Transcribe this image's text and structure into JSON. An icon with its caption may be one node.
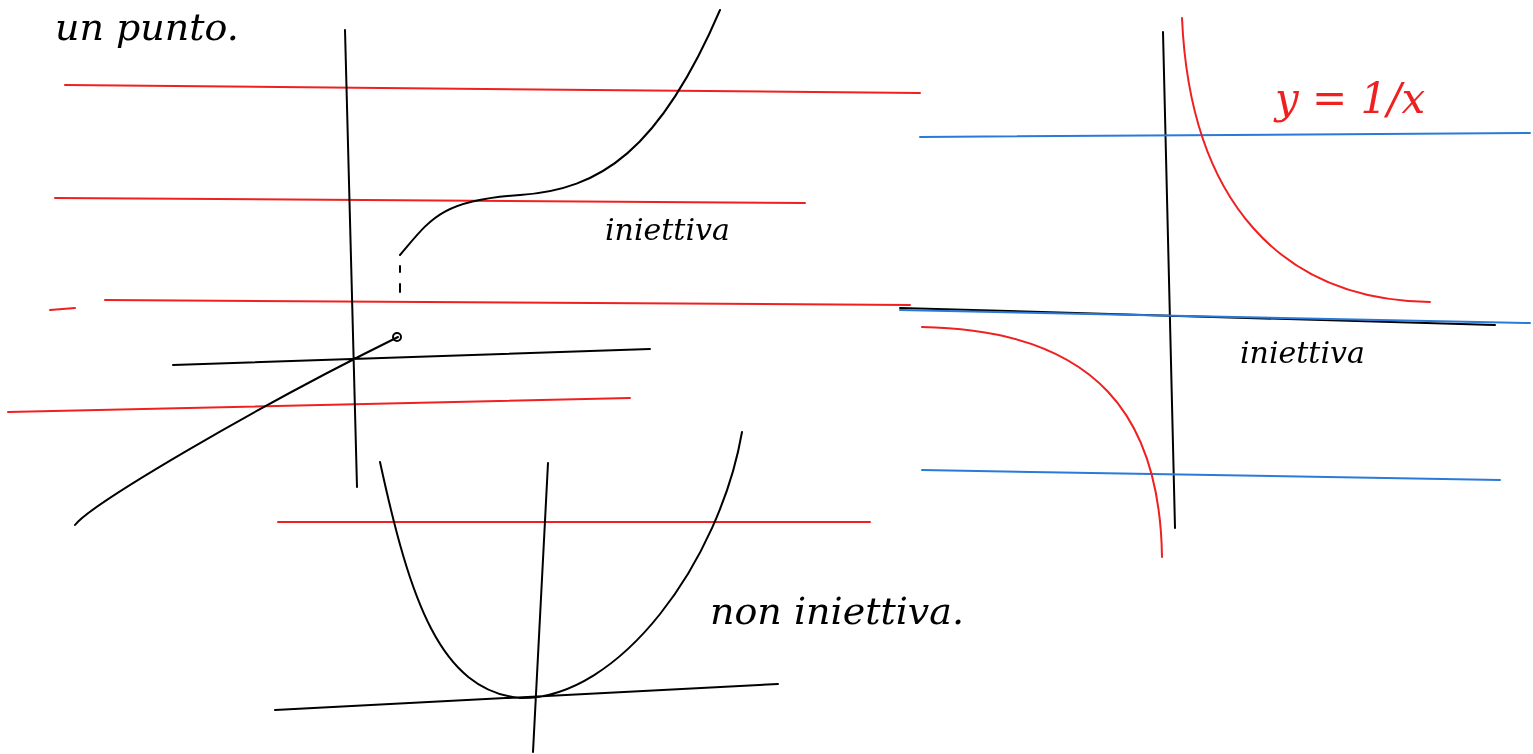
{
  "diagram": {
    "labels": [
      "un punto.",
      "y = 1/x",
      "iniettiva",
      "iniettiva",
      "non iniettiva."
    ]
  }
}
